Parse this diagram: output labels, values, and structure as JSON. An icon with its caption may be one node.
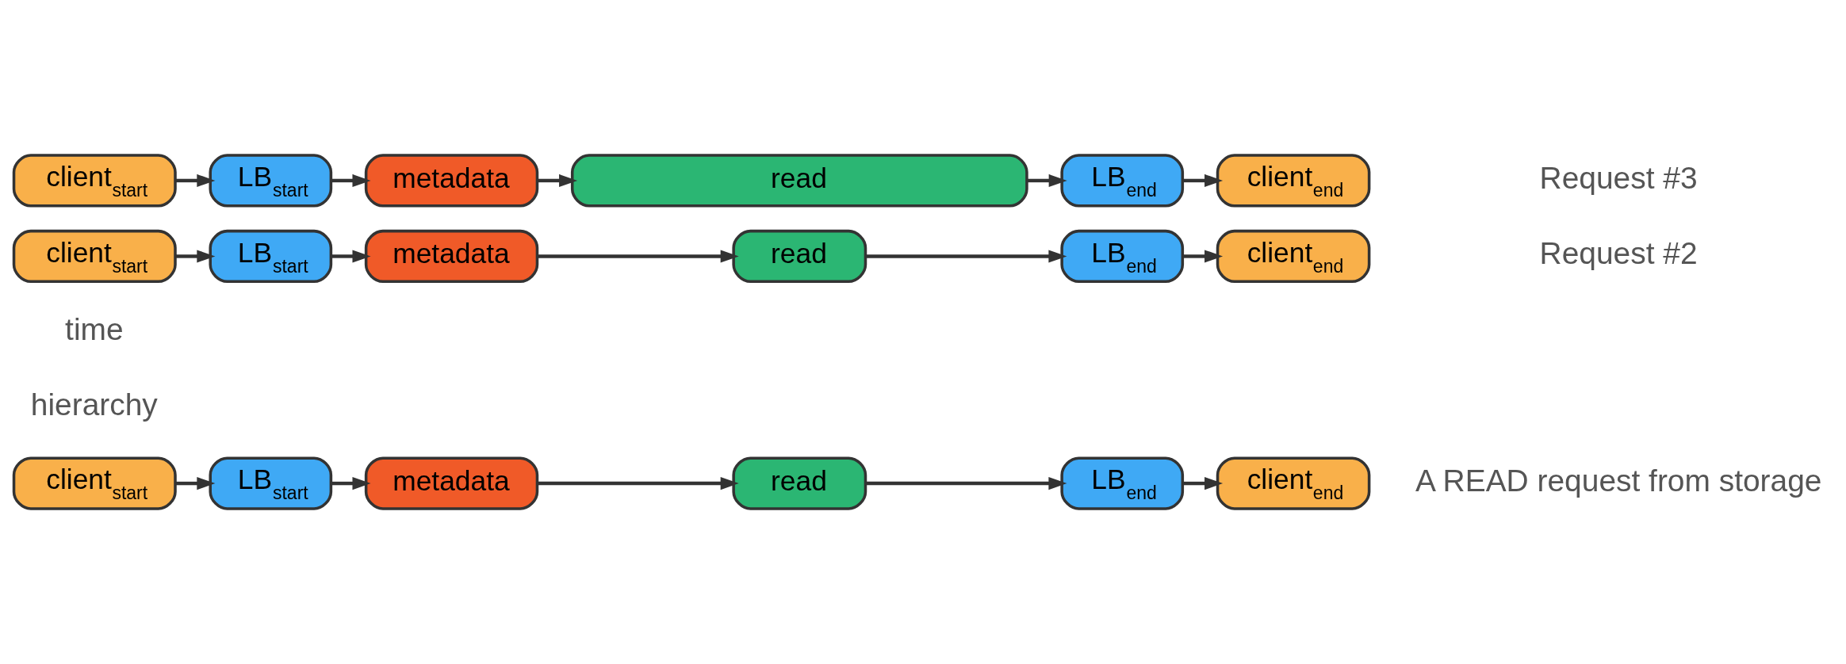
{
  "diagram": {
    "nodes": [
      {
        "text": [
          "client$_{start}$"
        ]
      },
      {
        "text": [
          "LB$_{start}$"
        ]
      },
      {
        "text": [
          "metadata"
        ]
      },
      {
        "text": [
          "read"
        ]
      },
      {
        "text": [
          "LB$_{end}$"
        ]
      },
      {
        "text": [
          "client$_{end}$"
        ]
      },
      {
        "text": [
          "client$_{start}$"
        ]
      },
      {
        "text": [
          "LB$_{start}$"
        ]
      },
      {
        "text": [
          "metadata"
        ]
      },
      {
        "text": [
          "read"
        ]
      },
      {
        "text": [
          "LB$_{end}$"
        ]
      },
      {
        "text": [
          "client$_{end}$"
        ]
      },
      {
        "text": [
          "client$_{start}$"
        ]
      },
      {
        "text": [
          "LB$_{start}$"
        ]
      },
      {
        "text": [
          "metadata"
        ]
      },
      {
        "text": [
          "read"
        ]
      },
      {
        "text": [
          "LB$_{end}$"
        ]
      },
      {
        "text": [
          "client$_{end}$"
        ]
      }
    ],
    "edges": [
      {
        "from": 0,
        "to": 1,
        "arrow": "to"
      },
      {
        "from": 1,
        "to": 2,
        "arrow": "to"
      },
      {
        "from": 2,
        "to": 3,
        "arrow": "to"
      },
      {
        "from": 3,
        "to": 4,
        "arrow": "to"
      },
      {
        "from": 4,
        "to": 5,
        "arrow": "to"
      },
      {
        "from": 6,
        "to": 7,
        "arrow": "to"
      },
      {
        "from": 7,
        "to": 8,
        "arrow": "to"
      },
      {
        "from": 8,
        "to": 9,
        "arrow": "to"
      },
      {
        "from": 9,
        "to": 10,
        "arrow": "to"
      },
      {
        "from": 10,
        "to": 11,
        "arrow": "to"
      },
      {
        "from": 12,
        "to": 13,
        "arrow": "to"
      },
      {
        "from": 13,
        "to": 14,
        "arrow": "to"
      },
      {
        "from": 14,
        "to": 15,
        "arrow": "to"
      },
      {
        "from": 15,
        "to": 16,
        "arrow": "to"
      },
      {
        "from": 16,
        "to": 17,
        "arrow": "to"
      }
    ],
    "labels": [
      "time",
      "hierarchy",
      "A READ request from storage",
      "Request #2",
      "Request #3"
    ]
  }
}
